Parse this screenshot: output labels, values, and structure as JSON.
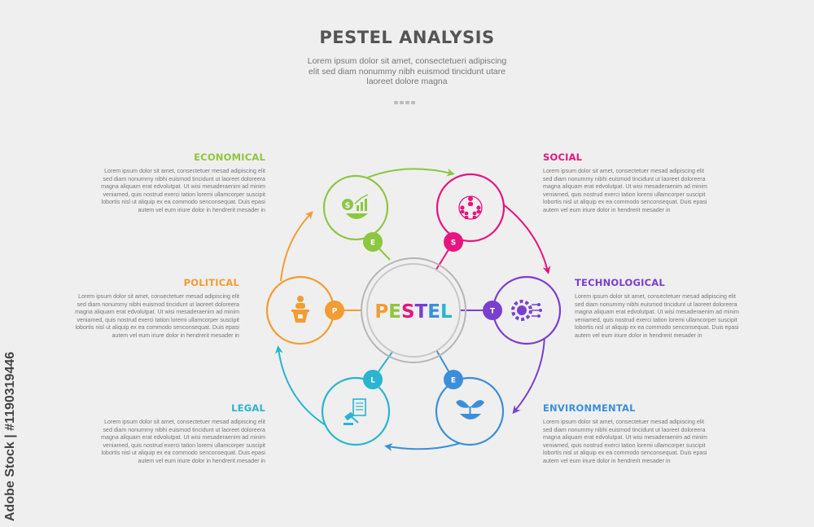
{
  "header": {
    "title": "PESTEL ANALYSIS",
    "subtitle_lines": [
      "Lorem ipsum dolor sit amet, consectetueri adipiscing",
      "elit sed diam nonummy nibh euismod tincidunt utare",
      "laoreet dolore magna"
    ]
  },
  "center_label": {
    "letters": [
      "P",
      "E",
      "S",
      "T",
      "E",
      "L"
    ],
    "colors": [
      "#f39c33",
      "#8dc63f",
      "#e6157f",
      "#7a3fd0",
      "#3b8fd9",
      "#2ab4d0"
    ]
  },
  "body_lines": [
    "Lorem ipsum dolor sit amet, consectetuer mesad adipiscing elit",
    "sed diam nonummy nibhi euismod tincidunt ut laoreet doloreera",
    "magna aliquam erat edvolutpat. Ut wisi mesaderaenim ad minim",
    "veniamed, quis nostrud exerci tation loremi ullamcorper suscipit",
    "lobortis nisl ut aliquip ex ea commodo senconsequat. Duis epasi",
    "autem vel eum iriure dolor in hendrerit mesader in"
  ],
  "factors": [
    {
      "letter": "E",
      "title": "ECONOMICAL",
      "color": "#8dc63f",
      "icon": "money-growth-icon"
    },
    {
      "letter": "S",
      "title": "SOCIAL",
      "color": "#e6157f",
      "icon": "people-network-icon"
    },
    {
      "letter": "T",
      "title": "TECHNOLOGICAL",
      "color": "#7a3fd0",
      "icon": "gear-circuit-icon"
    },
    {
      "letter": "E",
      "title": "ENVIRONMENTAL",
      "color": "#3b8fd9",
      "icon": "plant-hand-icon"
    },
    {
      "letter": "L",
      "title": "LEGAL",
      "color": "#2ab4d0",
      "icon": "gavel-document-icon"
    },
    {
      "letter": "P",
      "title": "POLITICAL",
      "color": "#f39c33",
      "icon": "podium-speaker-icon"
    }
  ],
  "credit": {
    "text": "Adobe Stock | #1190319446"
  }
}
